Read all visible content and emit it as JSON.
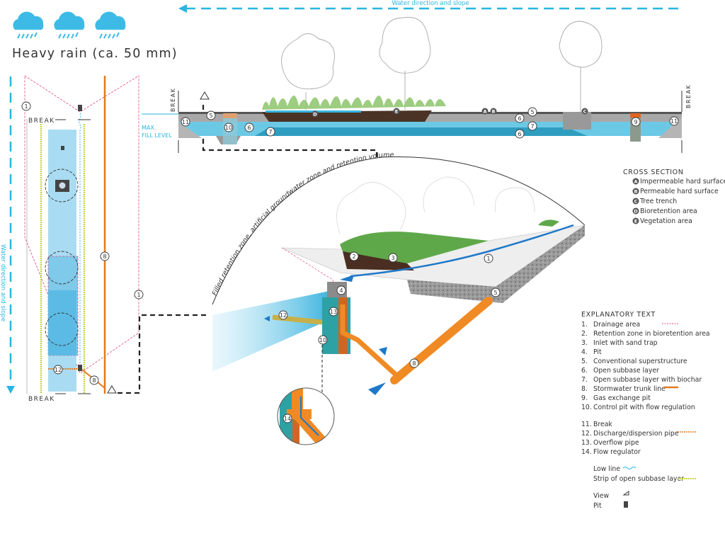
{
  "header": {
    "rain_label": "Heavy rain (ca. 50 mm)",
    "water_direction_top": "Water direction and slope",
    "water_direction_left": "Water direction and slope"
  },
  "plan": {
    "break_top": "BREAK",
    "break_bottom": "BREAK",
    "markers": [
      "1",
      "1",
      "8",
      "8",
      "12"
    ]
  },
  "section": {
    "break_left": "BREAK",
    "break_right": "BREAK",
    "max_fill_1": "MAX.",
    "max_fill_2": "FILL LEVEL",
    "markers": [
      "11",
      "5",
      "10",
      "6",
      "7",
      "D",
      "E",
      "A",
      "B",
      "5",
      "6",
      "7",
      "6",
      "C",
      "9",
      "11"
    ]
  },
  "perspective": {
    "arc_label": "Filled retention zone, artificial groundwater zone and retention volume",
    "markers": [
      "2",
      "3",
      "1",
      "4",
      "5",
      "12",
      "13",
      "10",
      "8",
      "14"
    ]
  },
  "cross_section_legend": {
    "title": "CROSS SECTION",
    "items": [
      {
        "letter": "A",
        "label": "Impermeable hard surface"
      },
      {
        "letter": "B",
        "label": "Permeable hard surface"
      },
      {
        "letter": "C",
        "label": "Tree trench"
      },
      {
        "letter": "D",
        "label": "Bioretention area"
      },
      {
        "letter": "E",
        "label": "Vegetation area"
      }
    ]
  },
  "explanatory": {
    "title": "EXPLANATORY TEXT",
    "items": [
      {
        "n": "1.",
        "label": "Drainage area"
      },
      {
        "n": "2.",
        "label": "Retention zone in bioretention area"
      },
      {
        "n": "3.",
        "label": "Inlet with sand trap"
      },
      {
        "n": "4.",
        "label": "Pit"
      },
      {
        "n": "5.",
        "label": "Conventional superstructure"
      },
      {
        "n": "6.",
        "label": "Open subbase layer"
      },
      {
        "n": "7.",
        "label": "Open subbase layer with biochar"
      },
      {
        "n": "8.",
        "label": "Stormwater trunk line"
      },
      {
        "n": "9.",
        "label": "Gas exchange pit"
      },
      {
        "n": "10.",
        "label": "Control pit with flow regulation"
      },
      {
        "n": "11.",
        "label": "Break"
      },
      {
        "n": "12.",
        "label": "Discharge/dispersion pipe"
      },
      {
        "n": "13.",
        "label": "Overflow pipe"
      },
      {
        "n": "14.",
        "label": "Flow regulator"
      }
    ],
    "low_line": "Low line",
    "strip": "Strip of open subbase layer",
    "view": "View",
    "pit": "Pit"
  },
  "colors": {
    "water": "#29b6e0",
    "pipe": "#e07b1f",
    "drainage": "#e0508a",
    "strip": "#c8d64a"
  }
}
